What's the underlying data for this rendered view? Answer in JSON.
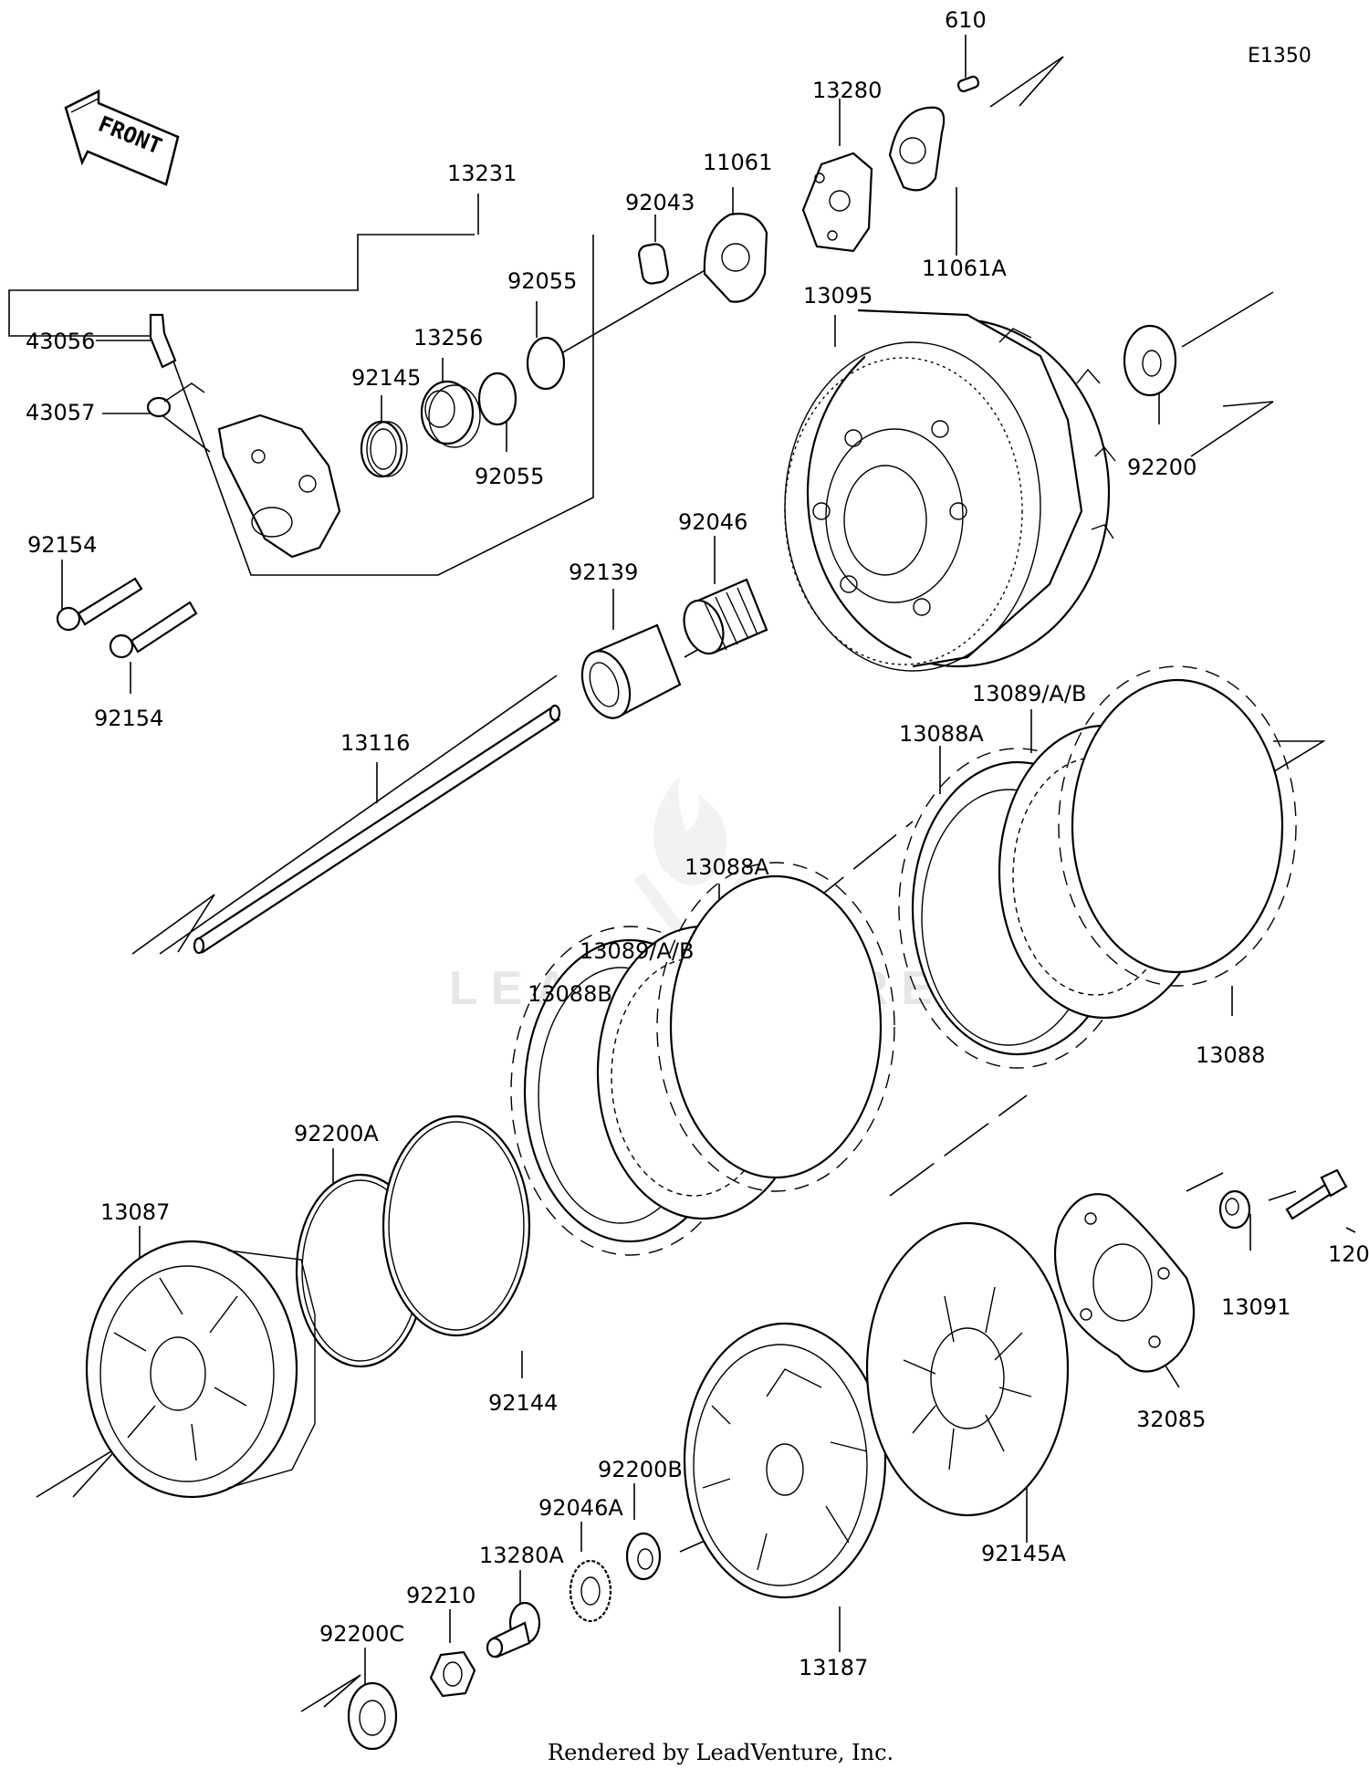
{
  "diagram": {
    "code": "E1350",
    "front_label": "FRONT",
    "watermark": "LEADVENTURE",
    "footer": "Rendered by LeadVenture, Inc.",
    "labels": [
      {
        "id": "l610",
        "text": "610"
      },
      {
        "id": "l13280",
        "text": "13280"
      },
      {
        "id": "l11061",
        "text": "11061"
      },
      {
        "id": "l11061A",
        "text": "11061A"
      },
      {
        "id": "l13231",
        "text": "13231"
      },
      {
        "id": "l92043",
        "text": "92043"
      },
      {
        "id": "l92055a",
        "text": "92055"
      },
      {
        "id": "l13095",
        "text": "13095"
      },
      {
        "id": "l43056",
        "text": "43056"
      },
      {
        "id": "l13256",
        "text": "13256"
      },
      {
        "id": "l92145",
        "text": "92145"
      },
      {
        "id": "l43057",
        "text": "43057"
      },
      {
        "id": "l92055b",
        "text": "92055"
      },
      {
        "id": "l92200",
        "text": "92200"
      },
      {
        "id": "l92046",
        "text": "92046"
      },
      {
        "id": "l92154a",
        "text": "92154"
      },
      {
        "id": "l92139",
        "text": "92139"
      },
      {
        "id": "l92154b",
        "text": "92154"
      },
      {
        "id": "l13089a",
        "text": "13089/A/B"
      },
      {
        "id": "l13116",
        "text": "13116"
      },
      {
        "id": "l13088Aa",
        "text": "13088A"
      },
      {
        "id": "l13088Ab",
        "text": "13088A"
      },
      {
        "id": "l13089b",
        "text": "13089/A/B"
      },
      {
        "id": "l13088B",
        "text": "13088B"
      },
      {
        "id": "l13088",
        "text": "13088"
      },
      {
        "id": "l92200A",
        "text": "92200A"
      },
      {
        "id": "l13087",
        "text": "13087"
      },
      {
        "id": "l120",
        "text": "120"
      },
      {
        "id": "l13091",
        "text": "13091"
      },
      {
        "id": "l92144",
        "text": "92144"
      },
      {
        "id": "l32085",
        "text": "32085"
      },
      {
        "id": "l92200B",
        "text": "92200B"
      },
      {
        "id": "l92046A",
        "text": "92046A"
      },
      {
        "id": "l13280A",
        "text": "13280A"
      },
      {
        "id": "l92210",
        "text": "92210"
      },
      {
        "id": "l92145A",
        "text": "92145A"
      },
      {
        "id": "l92200C",
        "text": "92200C"
      },
      {
        "id": "l13187",
        "text": "13187"
      }
    ]
  }
}
